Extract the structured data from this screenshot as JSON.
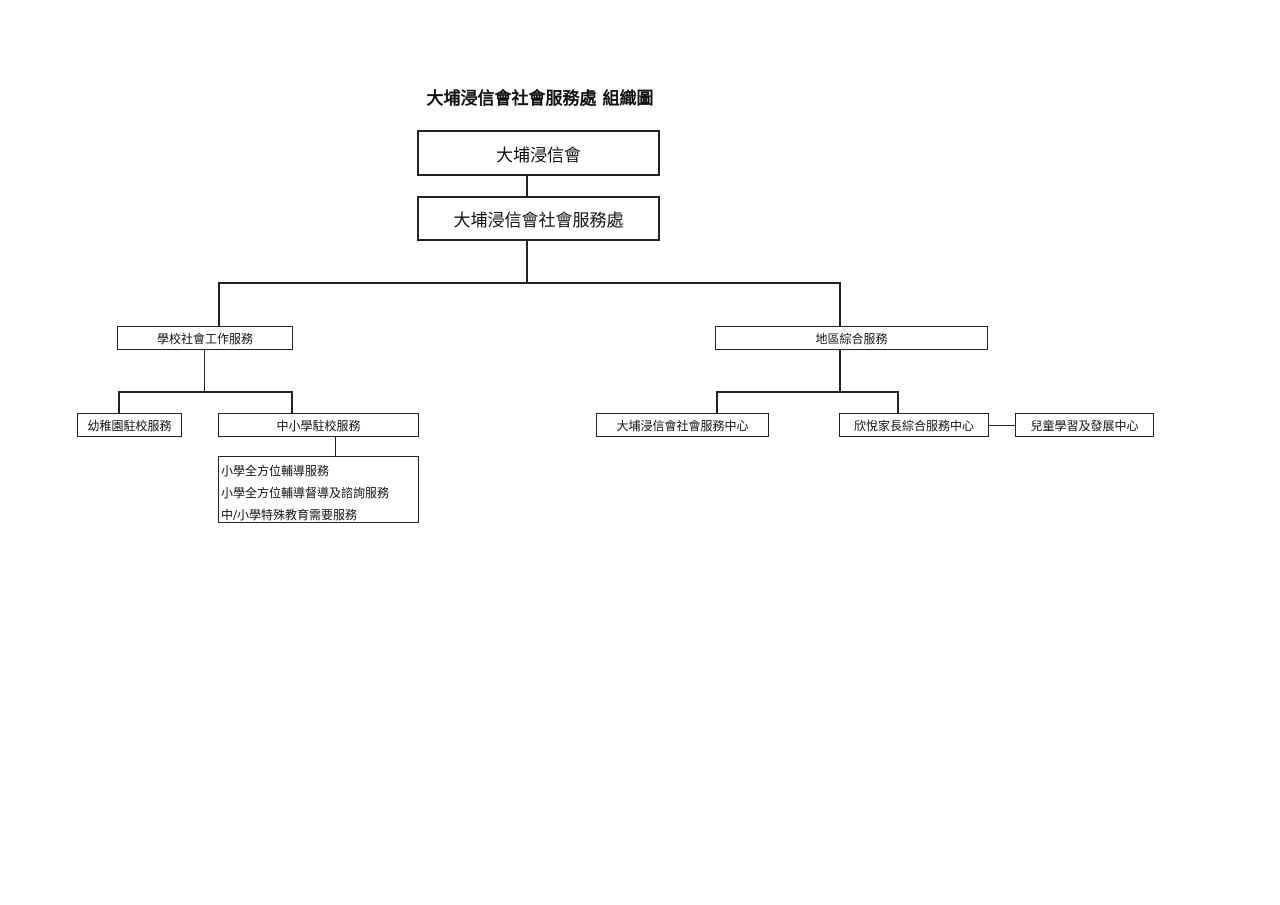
{
  "title": "大埔浸信會社會服務處 組織圖",
  "nodes": {
    "church": "大埔浸信會",
    "social_service": "大埔浸信會社會服務處",
    "school_social_work": "學校社會工作服務",
    "district_service": "地區綜合服務",
    "kindergarten": "幼稚園駐校服務",
    "primary_secondary": "中小學駐校服務",
    "tpbc_centre": "大埔浸信會社會服務中心",
    "parent_centre": "欣悅家長綜合服務中心",
    "child_centre": "兒童學習及發展中心"
  },
  "primary_secondary_services": [
    "小學全方位輔導服務",
    "小學全方位輔導督導及諮詢服務",
    "中/小學特殊教育需要服務"
  ]
}
